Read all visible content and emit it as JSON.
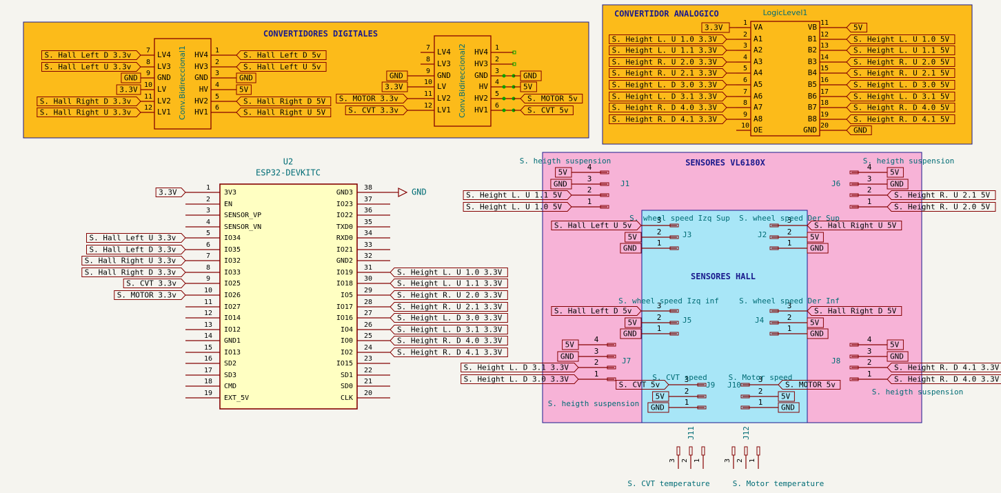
{
  "colors": {
    "background": "#f5f4ef",
    "orange_block": "#fcbb1a",
    "pink_block": "#f7b3d7",
    "cyan_block": "#a8e6f7",
    "component_fill": "#ffffc2",
    "wire": "#840000",
    "border_blue": "#1a1a8c",
    "net_text": "#000000",
    "cyan_text": "#006c75",
    "pin_green": "#00a000"
  },
  "sections": {
    "digital_title": "CONVERTIDORES DIGITALES",
    "analog_title": "CONVERTIDOR ANALOGICO",
    "vl6180_title": "SENSORES VL6180X",
    "hall_title": "SENSORES HALL"
  },
  "conv1": {
    "ref": "Conv.Bidireccional1",
    "left_pins": [
      {
        "name": "LV4",
        "num": "7",
        "net": "S. Hall Left D 3.3v"
      },
      {
        "name": "LV3",
        "num": "8",
        "net": "S. Hall Left U 3.3v"
      },
      {
        "name": "GND",
        "num": "9",
        "net": "GND"
      },
      {
        "name": "LV",
        "num": "10",
        "net": "3.3V"
      },
      {
        "name": "LV2",
        "num": "11",
        "net": "S. Hall Right D 3.3v"
      },
      {
        "name": "LV1",
        "num": "12",
        "net": "S. Hall Right U 3.3v"
      }
    ],
    "right_pins": [
      {
        "name": "HV4",
        "num": "1",
        "net": "S. Hall Left D 5v"
      },
      {
        "name": "HV3",
        "num": "2",
        "net": "S. Hall Left U 5v"
      },
      {
        "name": "GND",
        "num": "3",
        "net": "GND"
      },
      {
        "name": "HV",
        "num": "4",
        "net": "5V"
      },
      {
        "name": "HV2",
        "num": "5",
        "net": "S. Hall Right D 5V"
      },
      {
        "name": "HV1",
        "num": "6",
        "net": "S. Hall Right U 5V"
      }
    ]
  },
  "conv2": {
    "ref": "Conv.Bidireccional2",
    "left_pins": [
      {
        "name": "LV4",
        "num": "7",
        "net": ""
      },
      {
        "name": "LV3",
        "num": "8",
        "net": ""
      },
      {
        "name": "GND",
        "num": "9",
        "net": "GND"
      },
      {
        "name": "LV",
        "num": "10",
        "net": "3.3V"
      },
      {
        "name": "LV2",
        "num": "11",
        "net": "S. MOTOR 3.3v"
      },
      {
        "name": "LV1",
        "num": "12",
        "net": "S. CVT 3.3v"
      }
    ],
    "right_pins": [
      {
        "name": "HV4",
        "num": "1",
        "net": ""
      },
      {
        "name": "HV3",
        "num": "2",
        "net": ""
      },
      {
        "name": "GND",
        "num": "3",
        "net": "GND"
      },
      {
        "name": "HV",
        "num": "4",
        "net": "5V"
      },
      {
        "name": "HV2",
        "num": "5",
        "net": "S. MOTOR 5v"
      },
      {
        "name": "HV1",
        "num": "6",
        "net": "S. CVT 5v"
      }
    ]
  },
  "logic_level": {
    "ref": "LogicLevel1",
    "left_pins": [
      {
        "name": "VA",
        "num": "1",
        "net": "3.3V"
      },
      {
        "name": "A1",
        "num": "2",
        "net": "S. Height L. U 1.0 3.3V"
      },
      {
        "name": "A2",
        "num": "3",
        "net": "S. Height L. U 1.1 3.3V"
      },
      {
        "name": "A3",
        "num": "4",
        "net": "S. Height R. U 2.0 3.3V"
      },
      {
        "name": "A4",
        "num": "5",
        "net": "S. Height R. U 2.1 3.3V"
      },
      {
        "name": "A5",
        "num": "6",
        "net": "S. Height L. D 3.0 3.3V"
      },
      {
        "name": "A6",
        "num": "7",
        "net": "S. Height L. D 3.1 3.3V"
      },
      {
        "name": "A7",
        "num": "8",
        "net": "S. Height R. D 4.0 3.3V"
      },
      {
        "name": "A8",
        "num": "9",
        "net": "S. Height R. D 4.1 3.3V"
      },
      {
        "name": "OE",
        "num": "10",
        "net": ""
      }
    ],
    "right_pins": [
      {
        "name": "VB",
        "num": "11",
        "net": "5V"
      },
      {
        "name": "B1",
        "num": "12",
        "net": "S. Height L. U 1.0 5V"
      },
      {
        "name": "B2",
        "num": "13",
        "net": "S. Height L. U 1.1 5V"
      },
      {
        "name": "B3",
        "num": "14",
        "net": "S. Height R. U 2.0 5V"
      },
      {
        "name": "B4",
        "num": "15",
        "net": "S. Height R. U 2.1 5V"
      },
      {
        "name": "B5",
        "num": "16",
        "net": "S. Height L. D 3.0 5V"
      },
      {
        "name": "B6",
        "num": "17",
        "net": "S. Height L. D 3.1 5V"
      },
      {
        "name": "B7",
        "num": "18",
        "net": "S. Height R. D 4.0 5V"
      },
      {
        "name": "B8",
        "num": "19",
        "net": "S. Height R. D 4.1 5V"
      },
      {
        "name": "GND",
        "num": "20",
        "net": "GND"
      }
    ]
  },
  "esp32": {
    "ref": "U2",
    "value": "ESP32-DEVKITC",
    "gnd_label": "GND",
    "left_pins": [
      {
        "name": "3V3",
        "num": "1",
        "net": "3.3V"
      },
      {
        "name": "EN",
        "num": "2",
        "net": ""
      },
      {
        "name": "SENSOR_VP",
        "num": "3",
        "net": ""
      },
      {
        "name": "SENSOR_VN",
        "num": "4",
        "net": ""
      },
      {
        "name": "IO34",
        "num": "5",
        "net": "S. Hall Left U 3.3v"
      },
      {
        "name": "IO35",
        "num": "6",
        "net": "S. Hall Left D 3.3v"
      },
      {
        "name": "IO32",
        "num": "7",
        "net": "S. Hall Right U 3.3v"
      },
      {
        "name": "IO33",
        "num": "8",
        "net": "S. Hall Right D 3.3v"
      },
      {
        "name": "IO25",
        "num": "9",
        "net": "S. CVT 3.3v"
      },
      {
        "name": "IO26",
        "num": "10",
        "net": "S. MOTOR 3.3v"
      },
      {
        "name": "IO27",
        "num": "11",
        "net": ""
      },
      {
        "name": "IO14",
        "num": "12",
        "net": ""
      },
      {
        "name": "IO12",
        "num": "13",
        "net": ""
      },
      {
        "name": "GND1",
        "num": "14",
        "net": ""
      },
      {
        "name": "IO13",
        "num": "15",
        "net": ""
      },
      {
        "name": "SD2",
        "num": "16",
        "net": ""
      },
      {
        "name": "SD3",
        "num": "17",
        "net": ""
      },
      {
        "name": "CMD",
        "num": "18",
        "net": ""
      },
      {
        "name": "EXT_5V",
        "num": "19",
        "net": ""
      }
    ],
    "right_pins": [
      {
        "name": "GND3",
        "num": "38",
        "net": ""
      },
      {
        "name": "IO23",
        "num": "37",
        "net": ""
      },
      {
        "name": "IO22",
        "num": "36",
        "net": ""
      },
      {
        "name": "TXD0",
        "num": "35",
        "net": ""
      },
      {
        "name": "RXD0",
        "num": "34",
        "net": ""
      },
      {
        "name": "IO21",
        "num": "33",
        "net": ""
      },
      {
        "name": "GND2",
        "num": "32",
        "net": ""
      },
      {
        "name": "IO19",
        "num": "31",
        "net": "S. Height L. U 1.0 3.3V"
      },
      {
        "name": "IO18",
        "num": "30",
        "net": "S. Height L. U 1.1 3.3V"
      },
      {
        "name": "IO5",
        "num": "29",
        "net": "S. Height R. U 2.0 3.3V"
      },
      {
        "name": "IO17",
        "num": "28",
        "net": "S. Height R. U 2.1 3.3V"
      },
      {
        "name": "IO16",
        "num": "27",
        "net": "S. Height L. D 3.0 3.3V"
      },
      {
        "name": "IO4",
        "num": "26",
        "net": "S. Height L. D 3.1 3.3V"
      },
      {
        "name": "IO0",
        "num": "25",
        "net": "S. Height R. D 4.0 3.3V"
      },
      {
        "name": "IO2",
        "num": "24",
        "net": "S. Height R. D 4.1 3.3V"
      },
      {
        "name": "IO15",
        "num": "23",
        "net": ""
      },
      {
        "name": "SD1",
        "num": "22",
        "net": ""
      },
      {
        "name": "SD0",
        "num": "21",
        "net": ""
      },
      {
        "name": "CLK",
        "num": "20",
        "net": ""
      }
    ]
  },
  "connectors": {
    "J1": {
      "ref": "J1",
      "title": "S. heigth suspension",
      "pins": [
        {
          "num": "4",
          "net": "5V"
        },
        {
          "num": "3",
          "net": "GND"
        },
        {
          "num": "2",
          "net": "S. Height L. U 1.1 5V"
        },
        {
          "num": "1",
          "net": "S. Height L. U 1.0 5V"
        }
      ]
    },
    "J6": {
      "ref": "J6",
      "title": "S. heigth suspension",
      "pins": [
        {
          "num": "4",
          "net": "5V"
        },
        {
          "num": "3",
          "net": "GND"
        },
        {
          "num": "2",
          "net": "S. Height R. U 2.1 5V"
        },
        {
          "num": "1",
          "net": "S. Height R. U 2.0 5V"
        }
      ]
    },
    "J3": {
      "ref": "J3",
      "title": "S. wheel speed Izq Sup",
      "pins": [
        {
          "num": "3",
          "net": "S. Hall Left U 5v"
        },
        {
          "num": "2",
          "net": "5V"
        },
        {
          "num": "1",
          "net": "GND"
        }
      ]
    },
    "J2": {
      "ref": "J2",
      "title": "S. wheel speed Der Sup",
      "pins": [
        {
          "num": "3",
          "net": "S. Hall Right U 5V"
        },
        {
          "num": "2",
          "net": "5V"
        },
        {
          "num": "1",
          "net": "GND"
        }
      ]
    },
    "J5": {
      "ref": "J5",
      "title": "S. wheel speed Izq inf",
      "pins": [
        {
          "num": "3",
          "net": "S. Hall Left D 5v"
        },
        {
          "num": "2",
          "net": "5V"
        },
        {
          "num": "1",
          "net": "GND"
        }
      ]
    },
    "J4": {
      "ref": "J4",
      "title": "S. wheel speed Der Inf",
      "pins": [
        {
          "num": "3",
          "net": "S. Hall Right D 5V"
        },
        {
          "num": "2",
          "net": "5V"
        },
        {
          "num": "1",
          "net": "GND"
        }
      ]
    },
    "J7": {
      "ref": "J7",
      "title": "S. heigth suspension",
      "pins": [
        {
          "num": "4",
          "net": "5V"
        },
        {
          "num": "3",
          "net": "GND"
        },
        {
          "num": "2",
          "net": "S. Height L. D 3.1 3.3V"
        },
        {
          "num": "1",
          "net": "S. Height L. D 3.0 3.3V"
        }
      ]
    },
    "J8": {
      "ref": "J8",
      "title": "S. heigth suspension",
      "pins": [
        {
          "num": "4",
          "net": "5V"
        },
        {
          "num": "3",
          "net": "GND"
        },
        {
          "num": "2",
          "net": "S. Height R. D 4.1 3.3V"
        },
        {
          "num": "1",
          "net": "S. Height R. D 4.0 3.3V"
        }
      ]
    },
    "J9": {
      "ref": "J9",
      "title": "S. CVT speed",
      "pins": [
        {
          "num": "3",
          "net": "S. CVT 5v"
        },
        {
          "num": "2",
          "net": "5V"
        },
        {
          "num": "1",
          "net": "GND"
        }
      ]
    },
    "J10": {
      "ref": "J10",
      "title": "S. Motor speed",
      "pins": [
        {
          "num": "3",
          "net": "S. MOTOR 5v"
        },
        {
          "num": "2",
          "net": "5V"
        },
        {
          "num": "1",
          "net": "GND"
        }
      ]
    },
    "J11": {
      "ref": "J11",
      "title": "S. CVT temperature",
      "pins": [
        {
          "num": "3"
        },
        {
          "num": "2"
        },
        {
          "num": "1"
        }
      ]
    },
    "J12": {
      "ref": "J12",
      "title": "S. Motor temperature",
      "pins": [
        {
          "num": "3"
        },
        {
          "num": "2"
        },
        {
          "num": "1"
        }
      ]
    }
  }
}
